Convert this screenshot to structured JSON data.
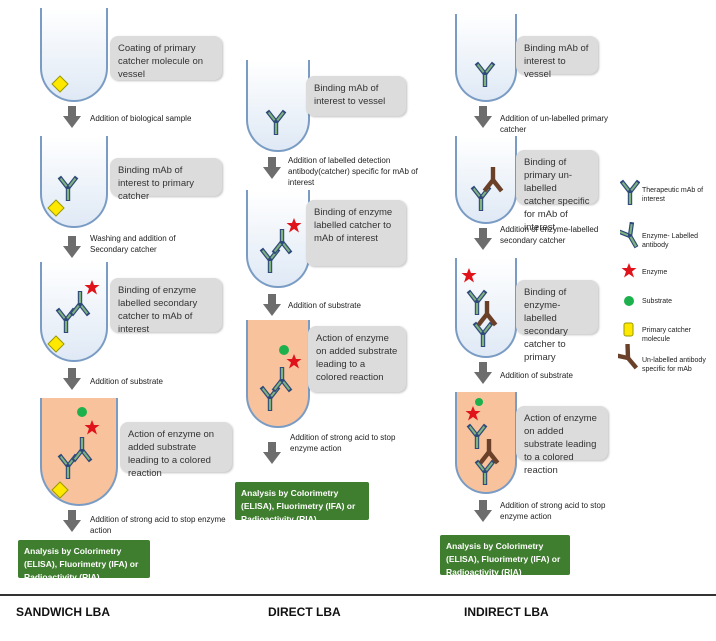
{
  "sandwich": {
    "box1": "Coating of primary catcher molecule on vessel",
    "step1": "Addition of biological sample",
    "box2": "Binding mAb of interest to primary catcher",
    "step2": "Washing and addition of Secondary catcher",
    "box3": "Binding of enzyme labelled secondary catcher to mAb of interest",
    "step3": "Addition of substrate",
    "box4": "Action of enzyme on added substrate leading to a colored reaction",
    "step4": "Addition of strong acid to stop enzyme action",
    "analysis": "Analysis by Colorimetry (ELISA), Fluorimetry (IFA) or Radioactivity (RIA)",
    "title": "SANDWICH LBA"
  },
  "direct": {
    "box1": "Binding mAb of interest to vessel",
    "step1": "Addition of labelled detection antibody(catcher) specific for mAb of interest",
    "box2": "Binding of enzyme labelled catcher to mAb of interest",
    "step2": "Addition of substrate",
    "box3": "Action of enzyme on added substrate leading to a colored reaction",
    "step3": "Addition of strong acid to stop enzyme action",
    "analysis": "Analysis by Colorimetry (ELISA), Fluorimetry (IFA) or Radioactivity (RIA)",
    "title": "DIRECT LBA"
  },
  "indirect": {
    "box1": "Binding mAb of interest to vessel",
    "step1": "Addition of un-labelled primary catcher",
    "box2": "Binding of primary un-labelled catcher specific for mAb of interest",
    "step2": "Addition of enzyme-labelled secondary catcher",
    "box3": "Binding of enzyme-labelled secondary catcher to primary",
    "step3": "Addition of substrate",
    "box4": "Action of enzyme on added substrate leading to a colored reaction",
    "step4": "Addition of strong acid to stop enzyme action",
    "analysis": "Analysis by Colorimetry (ELISA), Fluorimetry (IFA) or Radioactivity (RIA)",
    "title": "INDIRECT LBA"
  },
  "legend": {
    "therapeutic": "Therapeutic mAb of interest",
    "enzyme_labelled": "Enzyme- Labelled antibody",
    "enzyme": "Enzyme",
    "substrate": "Substrate",
    "primary_catcher": "Primary catcher molecule",
    "unlabelled": "Un-labelled antibody specific for mAb"
  },
  "colors": {
    "arrow": "#6d6d6d",
    "box_fill": "#dcdcdc",
    "analysis_fill": "#3f7d2f",
    "vessel_fill": "#dfe9f5",
    "reaction_fill": "#f8c29c",
    "antibody_blue": "#2f4a7a",
    "antibody_green": "#7fb27f",
    "enzyme_red": "#e0121a",
    "substrate_green": "#1db14d",
    "catcher_yellow": "#ffe800",
    "unlabelled_brown": "#6b4028"
  }
}
